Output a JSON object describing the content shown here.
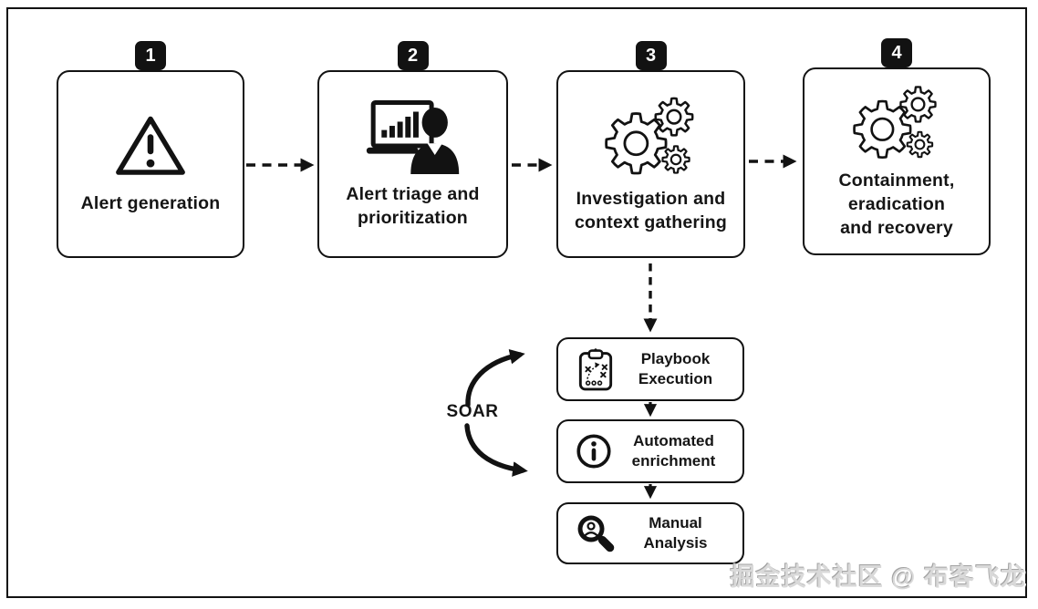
{
  "steps": [
    {
      "number": "1",
      "label": "Alert generation",
      "icon": "warning-triangle-icon"
    },
    {
      "number": "2",
      "label": "Alert triage and prioritization",
      "icon": "analyst-monitor-icon"
    },
    {
      "number": "3",
      "label": "Investigation and context gathering",
      "icon": "gears-icon"
    },
    {
      "number": "4",
      "label": "Containment, eradication and recovery",
      "icon": "gears-icon"
    }
  ],
  "soar": {
    "label": "SOAR"
  },
  "automation_steps": [
    {
      "label": "Playbook Execution",
      "icon": "playbook-clipboard-icon"
    },
    {
      "label": "Automated enrichment",
      "icon": "info-circle-icon"
    },
    {
      "label": "Manual Analysis",
      "icon": "magnifier-person-icon"
    }
  ],
  "watermark": {
    "text": "掘金技术社区 @ 布客飞龙"
  },
  "colors": {
    "ink": "#121212",
    "paper": "#ffffff",
    "watermark_gray": "#d9d9d9"
  }
}
